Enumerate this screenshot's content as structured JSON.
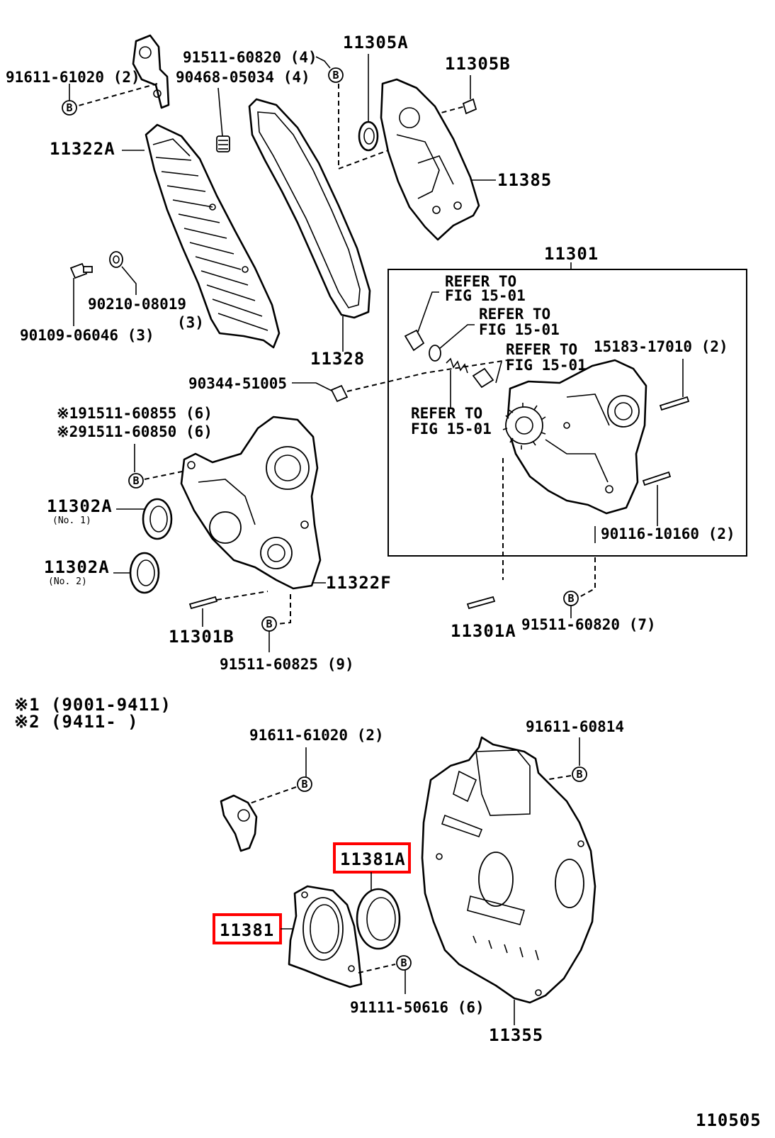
{
  "diagram": {
    "drawing_code": "110505",
    "bolt_marker": "B",
    "highlight_color": "#ff0000",
    "labels": {
      "p_91611_61020_top": "91611-61020 (2)",
      "p_91511_60820_4": "91511-60820 (4)",
      "p_90468_05034": "90468-05034 (4)",
      "p_11305A": "11305A",
      "p_11305B": "11305B",
      "p_11322A": "11322A",
      "p_11385": "11385",
      "p_11301": "11301",
      "p_90210_08019": "90210-08019",
      "p_90210_qty": "(3)",
      "p_90109_06046": "90109-06046 (3)",
      "p_11328": "11328",
      "p_refer_1_a": "REFER TO",
      "p_refer_1_b": "FIG 15-01",
      "p_refer_2_a": "REFER TO",
      "p_refer_2_b": "FIG 15-01",
      "p_refer_3_a": "REFER TO",
      "p_refer_3_b": "FIG 15-01",
      "p_refer_4_a": "REFER TO",
      "p_refer_4_b": "FIG 15-01",
      "p_15183_17010": "15183-17010 (2)",
      "p_90344_51005": "90344-51005",
      "p_91511_60855": "※191511-60855 (6)",
      "p_91511_60850": "※291511-60850 (6)",
      "p_11302A_1": "11302A",
      "p_11302A_1_note": "(No. 1)",
      "p_11302A_2": "11302A",
      "p_11302A_2_note": "(No. 2)",
      "p_11322F": "11322F",
      "p_90116_10160": "90116-10160 (2)",
      "p_11301B": "11301B",
      "p_91511_60825": "91511-60825 (9)",
      "p_11301A": "11301A",
      "p_91511_60820_7": "91511-60820 (7)",
      "p_note_1": "※1 (9001-9411)",
      "p_note_2": "※2 (9411-       )",
      "p_91611_61020_bottom": "91611-61020 (2)",
      "p_91611_60814": "91611-60814",
      "p_11381A": "11381A",
      "p_11381": "11381",
      "p_91111_50616": "91111-50616 (6)",
      "p_11355": "11355"
    }
  }
}
